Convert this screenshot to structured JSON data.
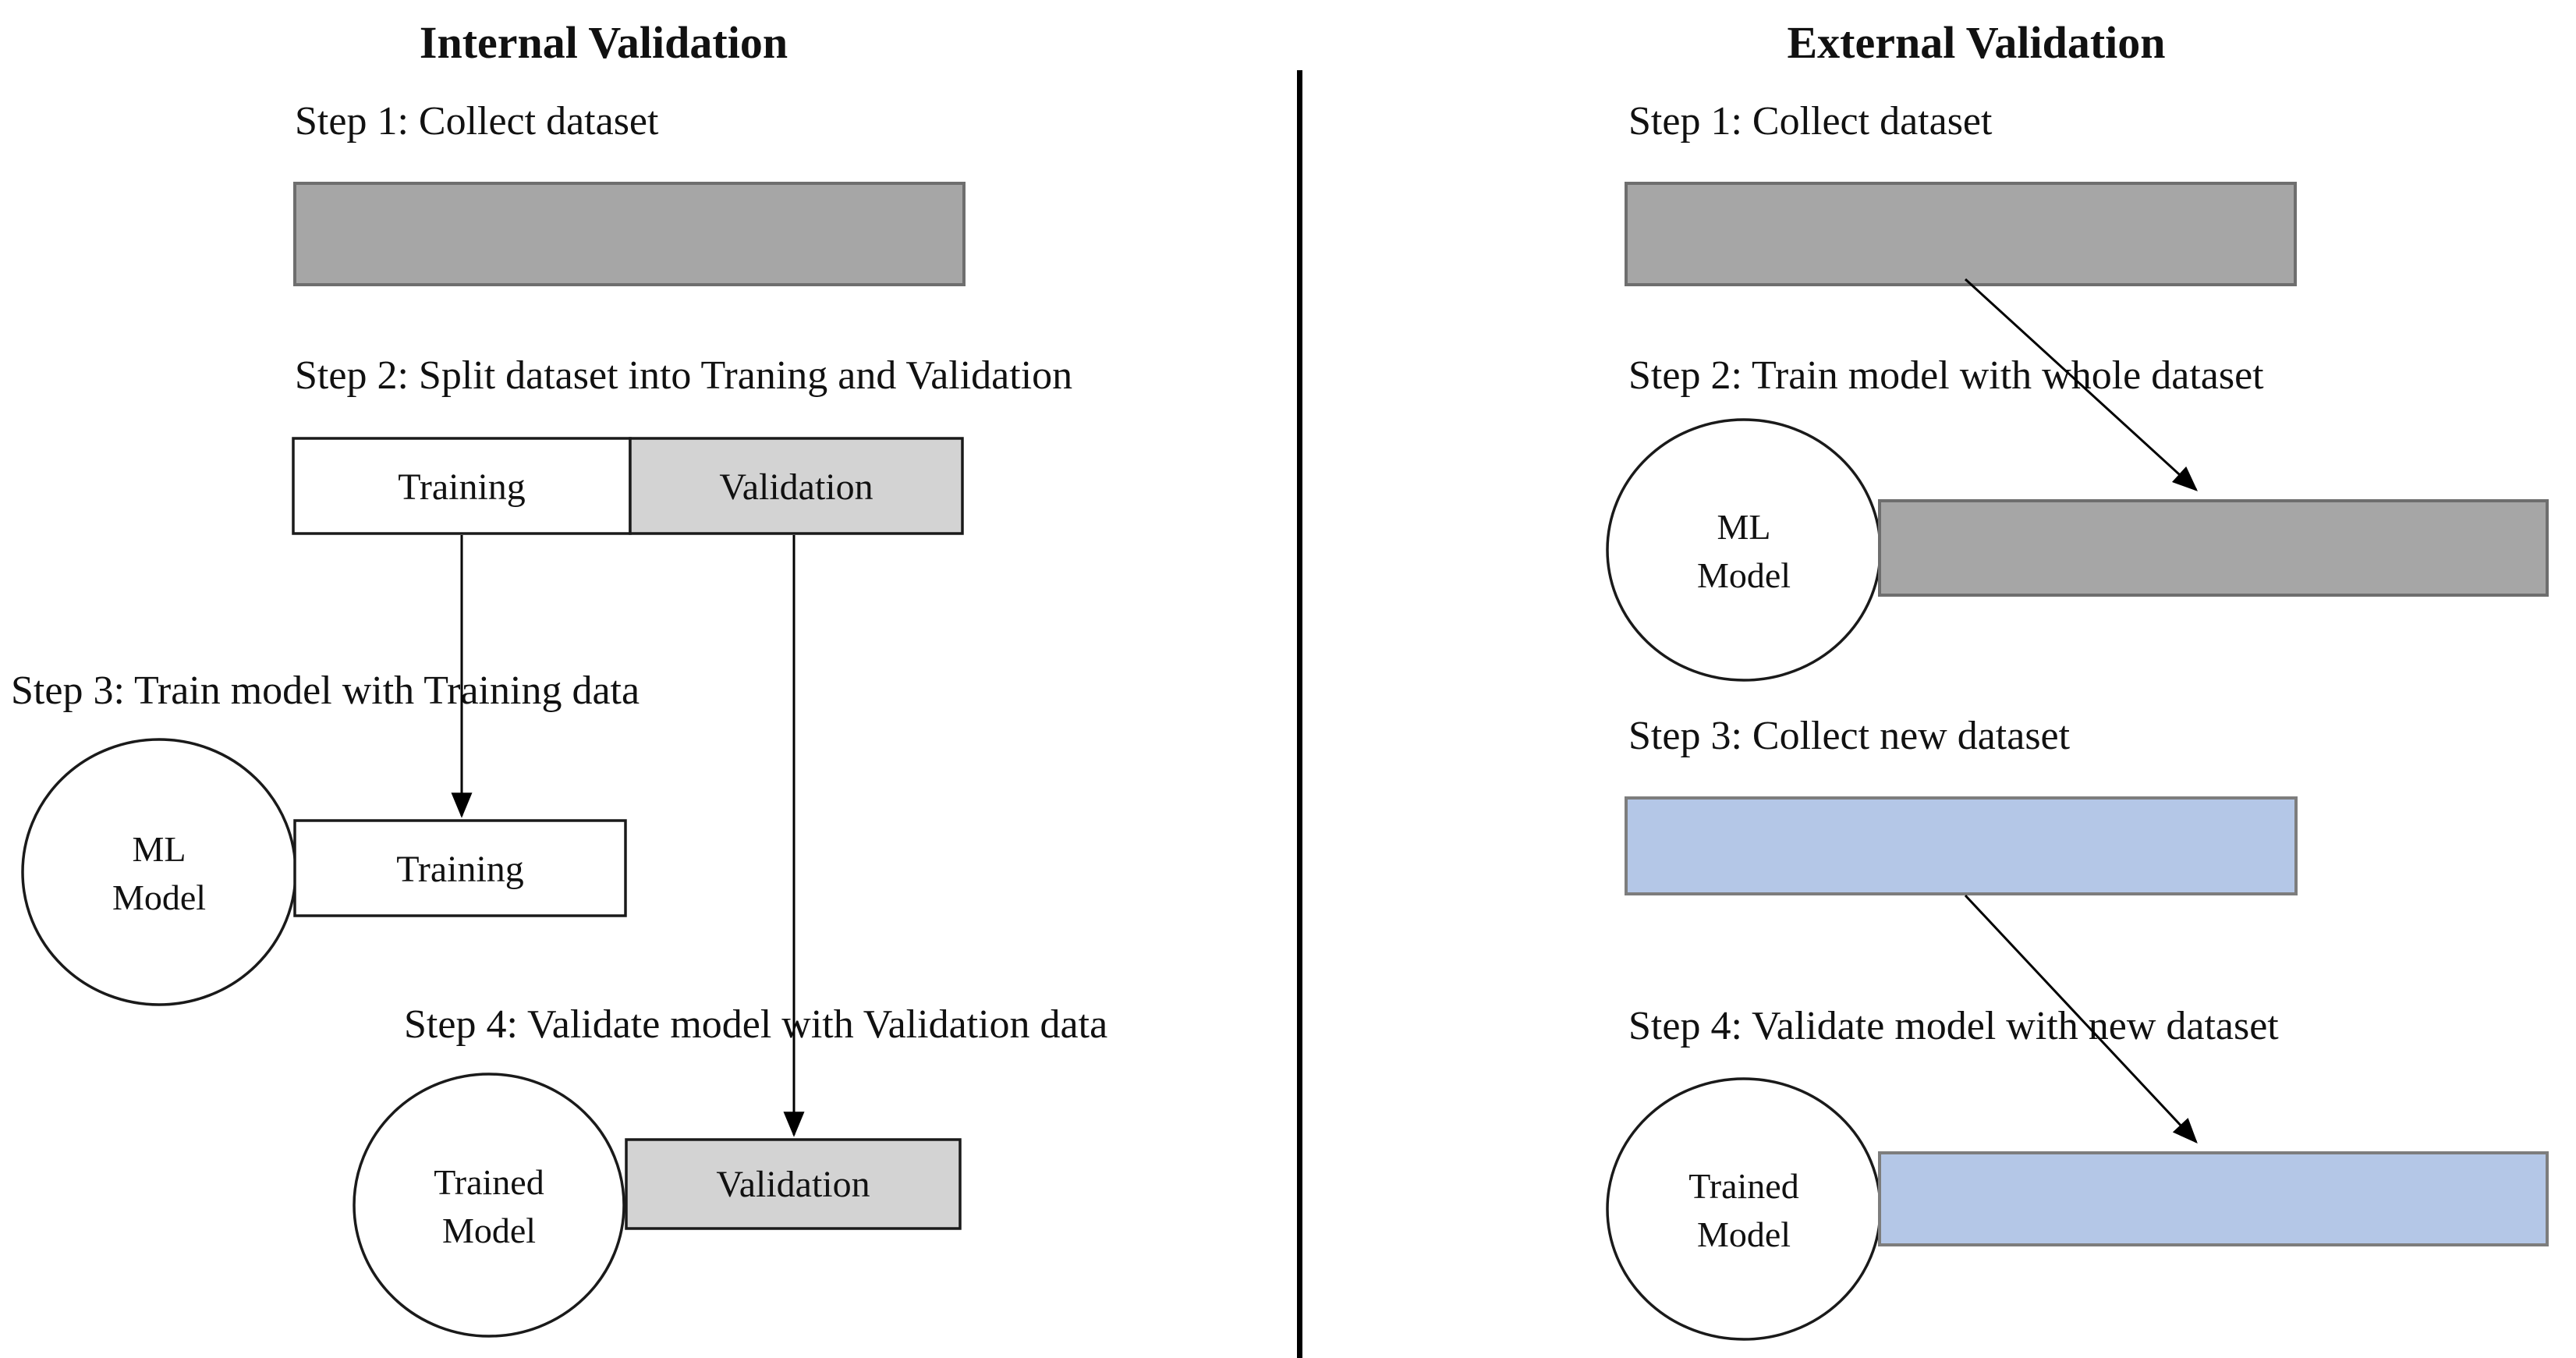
{
  "colors": {
    "dataset_gray": "#a6a6a6",
    "validation_light_gray": "#d3d3d3",
    "new_dataset_blue": "#b4c7e7"
  },
  "internal": {
    "title": "Internal Validation",
    "step1_label": "Step 1: Collect dataset",
    "step2_label": "Step 2: Split dataset into Traning and Validation",
    "step3_label": "Step 3: Train model with Training data",
    "step4_label": "Step 4: Validate model with Validation data",
    "split_training_label": "Training",
    "split_validation_label": "Validation",
    "ml_model_line1": "ML",
    "ml_model_line2": "Model",
    "training_box_label": "Training",
    "trained_model_line1": "Trained",
    "trained_model_line2": "Model",
    "validation_box_label": "Validation"
  },
  "external": {
    "title": "External Validation",
    "step1_label": "Step 1: Collect dataset",
    "step2_label": "Step 2: Train model with whole dataset",
    "step3_label": "Step 3: Collect new dataset",
    "step4_label": "Step 4: Validate model with new dataset",
    "ml_model_line1": "ML",
    "ml_model_line2": "Model",
    "trained_model_line1": "Trained",
    "trained_model_line2": "Model"
  }
}
